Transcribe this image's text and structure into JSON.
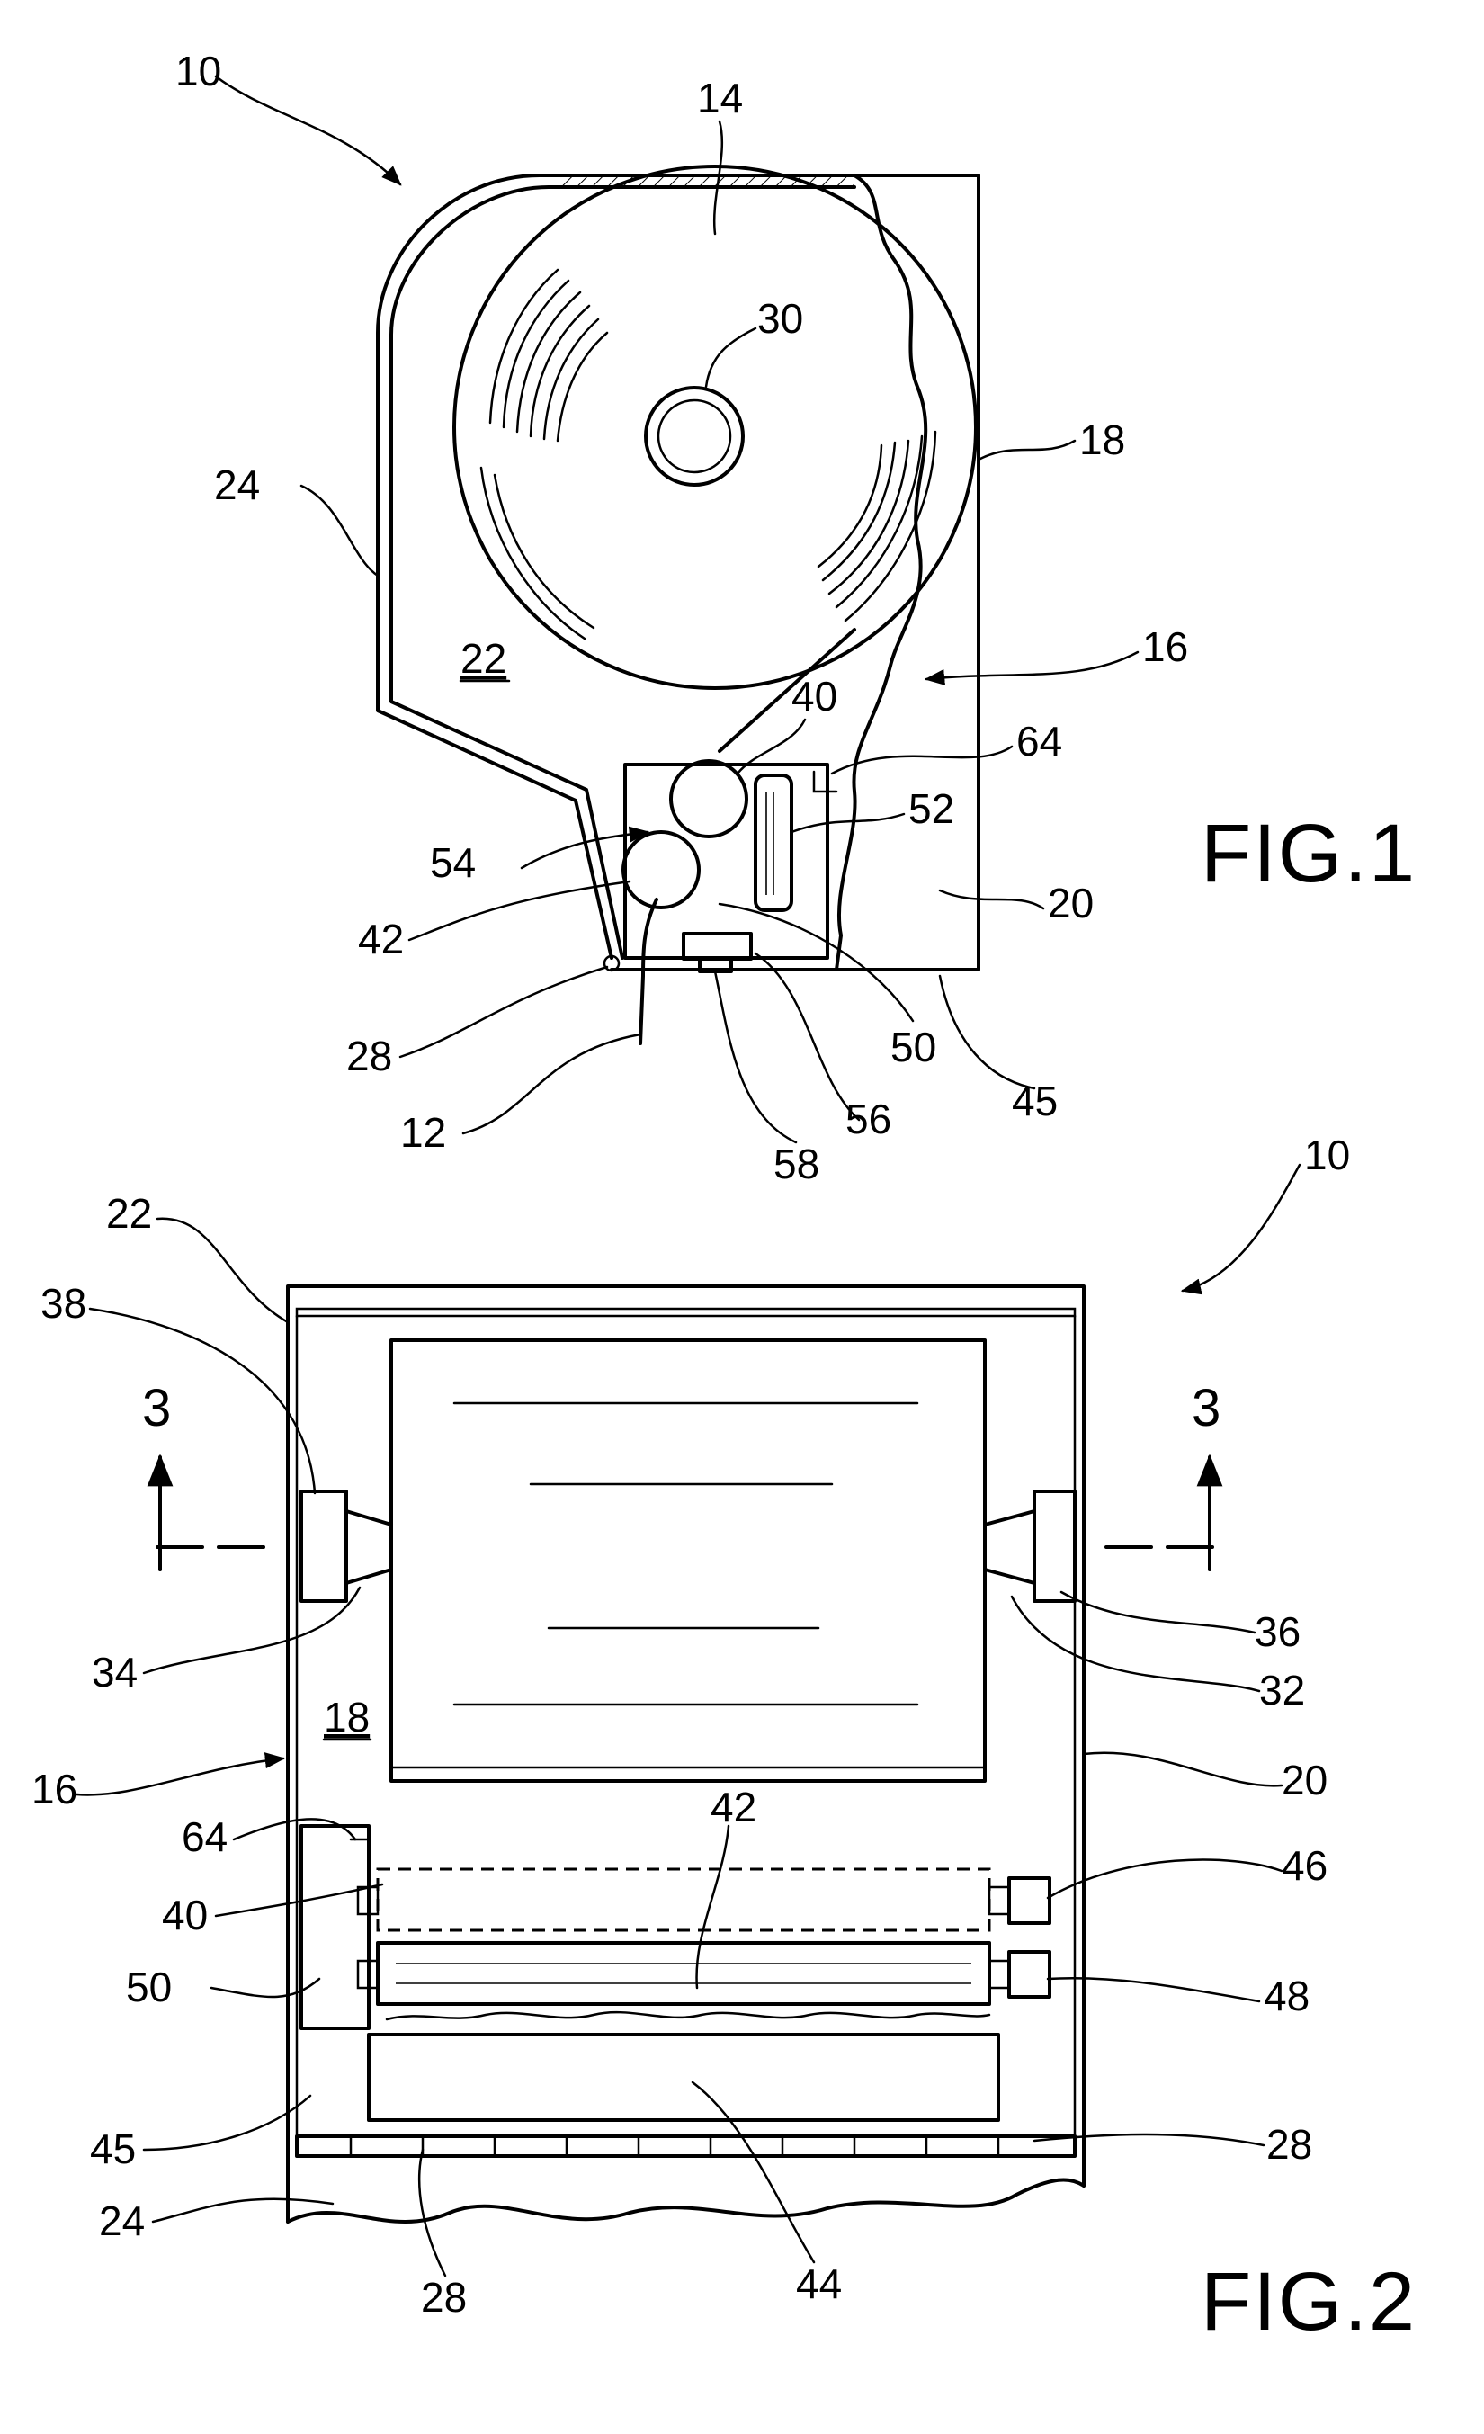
{
  "figure1": {
    "caption": "FIG.1",
    "labels": {
      "l10": "10",
      "l14": "14",
      "l30": "30",
      "l18": "18",
      "l24": "24",
      "l22": "22",
      "l16": "16",
      "l40": "40",
      "l64": "64",
      "l52": "52",
      "l54": "54",
      "l42": "42",
      "l20": "20",
      "l28": "28",
      "l50": "50",
      "l45": "45",
      "l12": "12",
      "l56": "56",
      "l58": "58"
    }
  },
  "figure2": {
    "caption": "FIG.2",
    "section_mark": "3",
    "labels": {
      "l10": "10",
      "l22": "22",
      "l38": "38",
      "l34": "34",
      "l36": "36",
      "l32": "32",
      "l18": "18",
      "l16": "16",
      "l20": "20",
      "l64": "64",
      "l42": "42",
      "l46": "46",
      "l40": "40",
      "l50": "50",
      "l48": "48",
      "l45": "45",
      "l28a": "28",
      "l24": "24",
      "l28b": "28",
      "l44": "44"
    }
  }
}
